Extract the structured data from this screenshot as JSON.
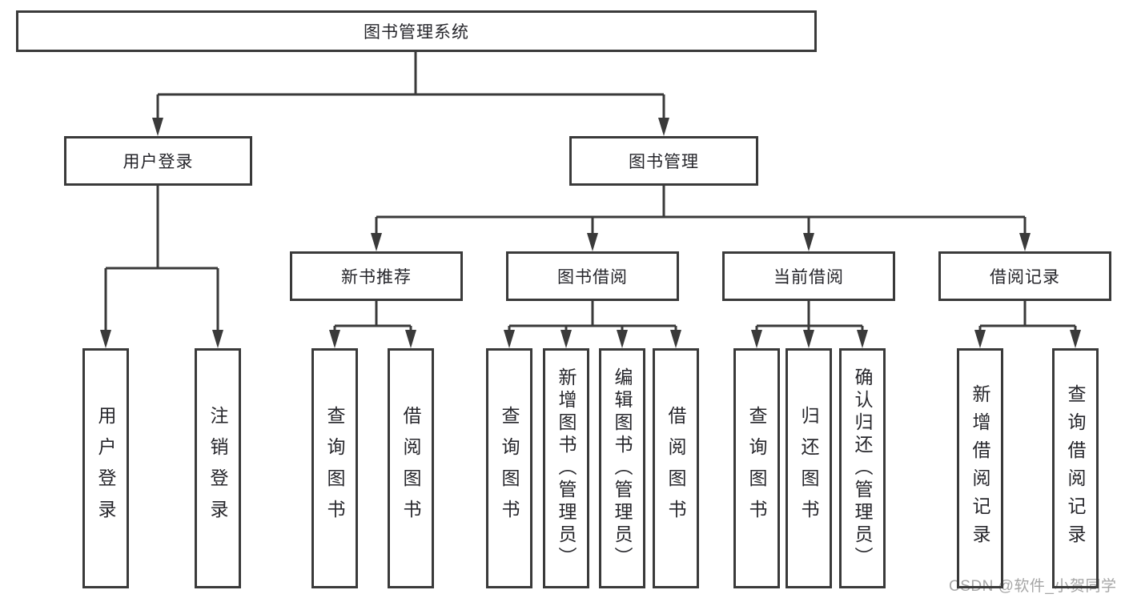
{
  "tree": {
    "label": "图书管理系统",
    "children": [
      {
        "label": "用户登录",
        "children": [
          {
            "label": "用户登录"
          },
          {
            "label": "注销登录"
          }
        ]
      },
      {
        "label": "图书管理",
        "children": [
          {
            "label": "新书推荐",
            "children": [
              {
                "label": "查询图书"
              },
              {
                "label": "借阅图书"
              }
            ]
          },
          {
            "label": "图书借阅",
            "children": [
              {
                "label": "查询图书"
              },
              {
                "label": "新增图书（管理员）"
              },
              {
                "label": "编辑图书（管理员）"
              },
              {
                "label": "借阅图书"
              }
            ]
          },
          {
            "label": "当前借阅",
            "children": [
              {
                "label": "查询图书"
              },
              {
                "label": "归还图书"
              },
              {
                "label": "确认归还（管理员）"
              }
            ]
          },
          {
            "label": "借阅记录",
            "children": [
              {
                "label": "新增借阅记录"
              },
              {
                "label": "查询借阅记录"
              }
            ]
          }
        ]
      }
    ]
  },
  "watermark": {
    "text": "CSDN @软件_小贺同学"
  },
  "colors": {
    "line": "#3a3a3a",
    "text": "#26262b",
    "watermark": "#a6a6a6"
  }
}
